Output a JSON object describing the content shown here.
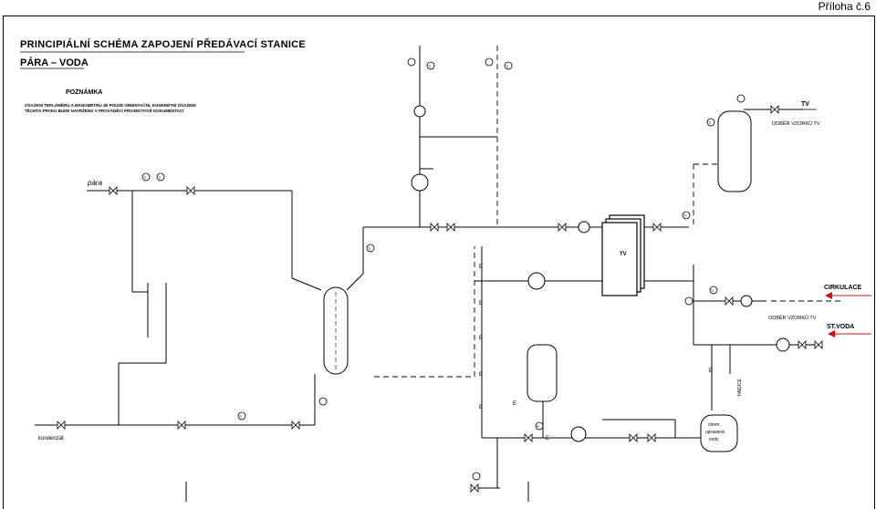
{
  "annex_label": "Příloha č.6",
  "header": {
    "title": "PRINCIPIÁLNÍ SCHÉMA ZAPOJENÍ PŘEDÁVACÍ STANICE",
    "subtitle": "PÁRA – VODA"
  },
  "note": {
    "heading": "POZNÁMKA",
    "text": "OSAZENÍ TEPLOMĚRŮ A MANOMETRŮ JE POUZE ORIENTAČNÍ, KONKRÉTNÍ OSAZENÍ TĚCHTO PRVKŮ BUDE NAVRŽENO V PROVÁDĚCÍ PROJEKTOVÉ DOKUMENTACI"
  },
  "labels": {
    "para": "pára",
    "kondenzat": "kondenzát",
    "tv_exchanger": "TV",
    "tv_line": "TV",
    "odber_1": "ODBĚR VZORKŮ TV",
    "odber_2": "ODBĚR VZORKŮ TV",
    "cirkulace": "CIRKULACE",
    "st_voda": "ST.VODA",
    "hadice": "HADICE",
    "chem_1": "chem.",
    "chem_2": "upravená",
    "chem_3": "vody",
    "ti": "TI",
    "pi": "PI",
    "e": "E"
  },
  "colors": {
    "line": "#000000",
    "arrow": "#d01010"
  }
}
